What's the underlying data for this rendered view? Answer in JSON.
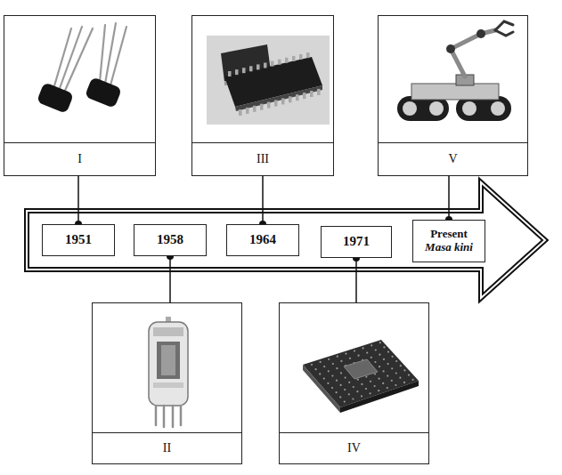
{
  "diagram": {
    "nodes": [
      {
        "text": [
          "I"
        ]
      },
      {
        "text": [
          "III"
        ]
      },
      {
        "text": [
          "V"
        ]
      },
      {
        "text": [
          "1951"
        ]
      },
      {
        "text": [
          "1958"
        ]
      },
      {
        "text": [
          "1964"
        ]
      },
      {
        "text": [
          "1971"
        ]
      },
      {
        "text": [
          "Present",
          "Masa kini"
        ]
      },
      {
        "text": [
          "II"
        ]
      },
      {
        "text": [
          "IV"
        ]
      }
    ],
    "edges": [
      {
        "from": 0,
        "to": 3,
        "arrow": "none"
      },
      {
        "from": 8,
        "to": 4,
        "arrow": "none"
      },
      {
        "from": 1,
        "to": 5,
        "arrow": "none"
      },
      {
        "from": 9,
        "to": 6,
        "arrow": "none"
      },
      {
        "from": 2,
        "to": 7,
        "arrow": "none"
      }
    ]
  }
}
